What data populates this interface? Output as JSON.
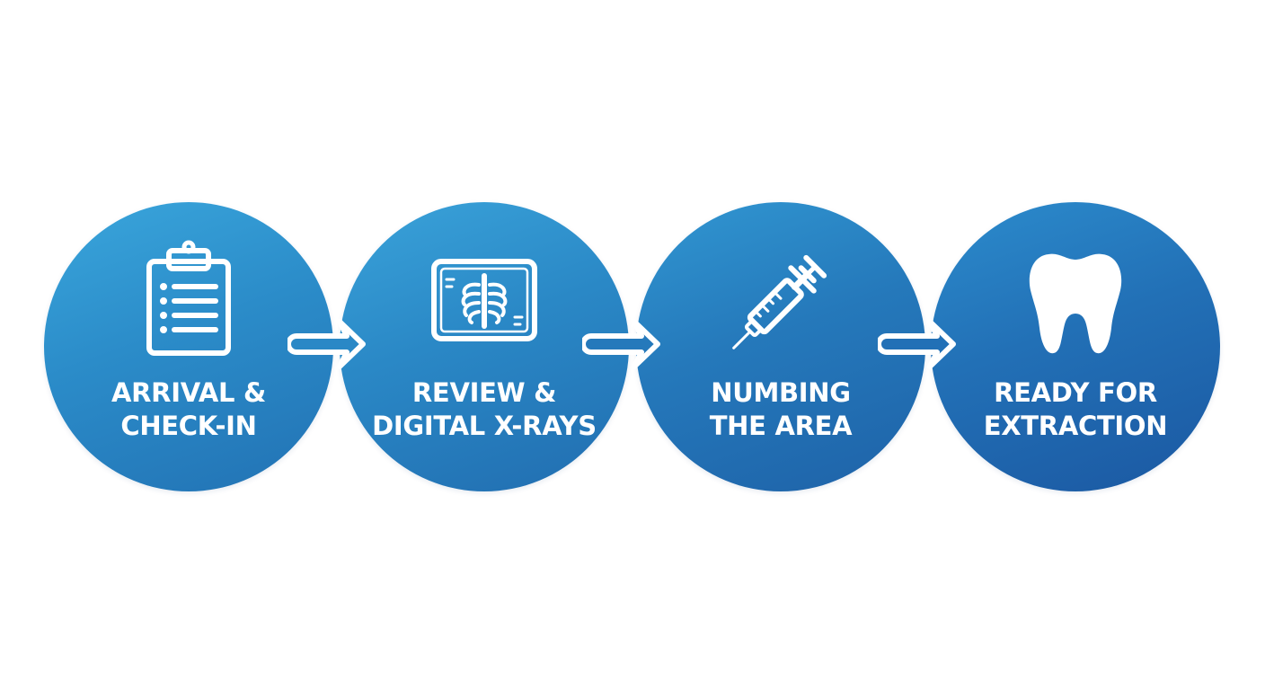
{
  "diagram": {
    "steps": [
      {
        "line1": "ARRIVAL &",
        "line2": "CHECK-IN",
        "icon": "clipboard-icon"
      },
      {
        "line1": "REVIEW &",
        "line2": "DIGITAL X-RAYS",
        "icon": "xray-icon"
      },
      {
        "line1": "NUMBING",
        "line2": "THE AREA",
        "icon": "syringe-icon"
      },
      {
        "line1": "READY FOR",
        "line2": "EXTRACTION",
        "icon": "tooth-icon"
      }
    ],
    "connector_icon": "arrow-right-icon",
    "colors": {
      "circle_light": "#3aa6dc",
      "circle_dark": "#1b58a2",
      "foreground": "#ffffff",
      "background": "#ffffff"
    }
  }
}
